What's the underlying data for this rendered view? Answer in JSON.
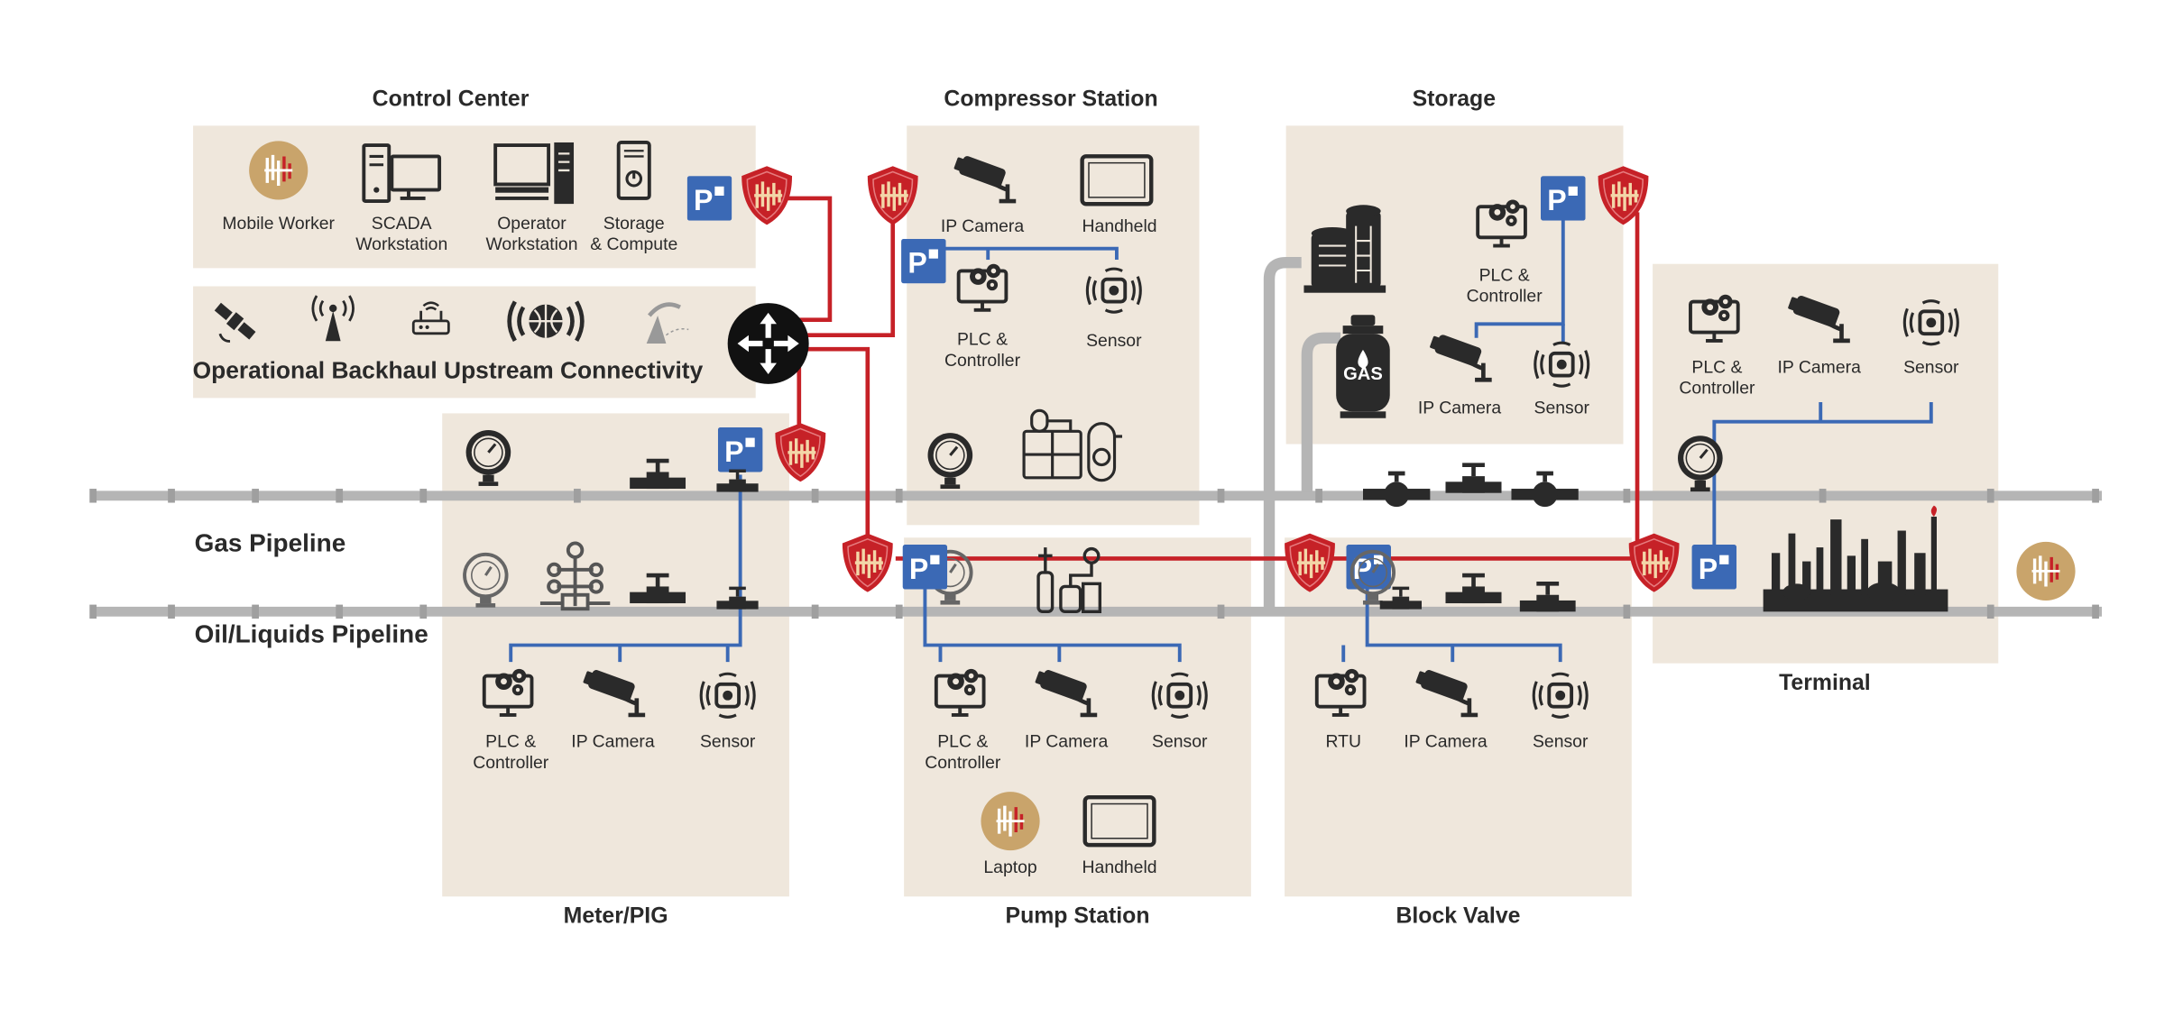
{
  "colors": {
    "panel": "#efe7dc",
    "pipe": "#b5b5b5",
    "red_link": "#c62127",
    "blue_link": "#3b69b5",
    "shield": "#c62127",
    "p_box": "#3b69b5",
    "gold": "#c9a46b"
  },
  "sections": {
    "control_center": "Control Center",
    "compressor_station": "Compressor Station",
    "storage": "Storage",
    "terminal": "Terminal",
    "meter_pig": "Meter/PIG",
    "pump_station": "Pump Station",
    "block_valve": "Block Valve",
    "backhaul": "Operational Backhaul Upstream Connectivity"
  },
  "pipelines": {
    "gas": "Gas Pipeline",
    "oil": "Oil/Liquids Pipeline"
  },
  "control_center": {
    "mobile_worker": "Mobile Worker",
    "scada": "SCADA\nWorkstation",
    "operator": "Operator\nWorkstation",
    "storage_compute": "Storage\n& Compute"
  },
  "compressor": {
    "ip_camera": "IP Camera",
    "handheld": "Handheld",
    "plc": "PLC &\nController",
    "sensor": "Sensor"
  },
  "storage": {
    "plc": "PLC &\nController",
    "ip_camera": "IP Camera",
    "sensor": "Sensor",
    "gas_text": "GAS"
  },
  "terminal": {
    "plc": "PLC &\nController",
    "ip_camera": "IP Camera",
    "sensor": "Sensor"
  },
  "meter": {
    "plc": "PLC &\nController",
    "ip_camera": "IP Camera",
    "sensor": "Sensor"
  },
  "pump": {
    "plc": "PLC &\nController",
    "ip_camera": "IP Camera",
    "sensor": "Sensor",
    "laptop": "Laptop",
    "handheld": "Handheld"
  },
  "block_valve": {
    "rtu": "RTU",
    "ip_camera": "IP Camera",
    "sensor": "Sensor"
  },
  "p_box_text": "P"
}
